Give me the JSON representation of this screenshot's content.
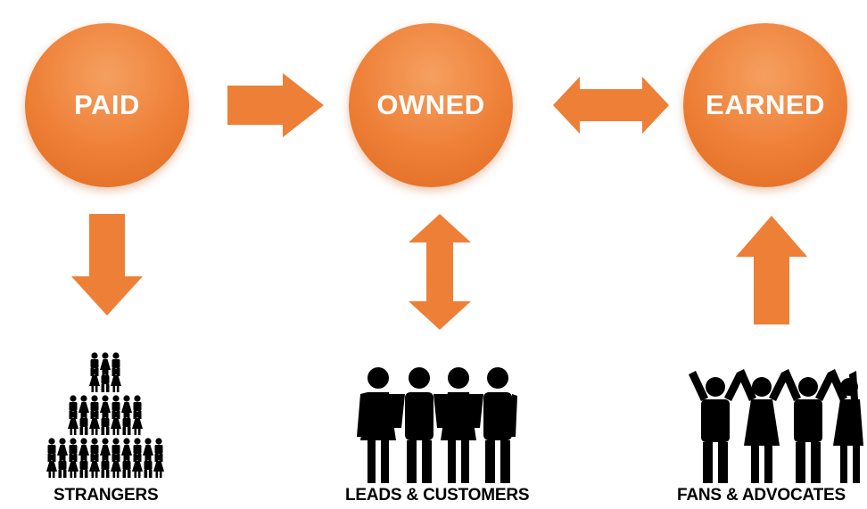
{
  "nodes": [
    {
      "id": "paid",
      "label": "PAID"
    },
    {
      "id": "owned",
      "label": "OWNED"
    },
    {
      "id": "earned",
      "label": "EARNED"
    }
  ],
  "groups": [
    {
      "id": "strangers",
      "label": "STRANGERS"
    },
    {
      "id": "leads",
      "label": "LEADS & CUSTOMERS"
    },
    {
      "id": "fans",
      "label": "FANS & ADVOCATES"
    }
  ],
  "colors": {
    "accent": "#ee7f37",
    "accent_dark": "#e06a20",
    "icon": "#000000",
    "text_on_accent": "#ffffff"
  },
  "icons": [
    "people-pyramid-icon",
    "people-holding-hands-icon",
    "people-cheering-icon"
  ]
}
